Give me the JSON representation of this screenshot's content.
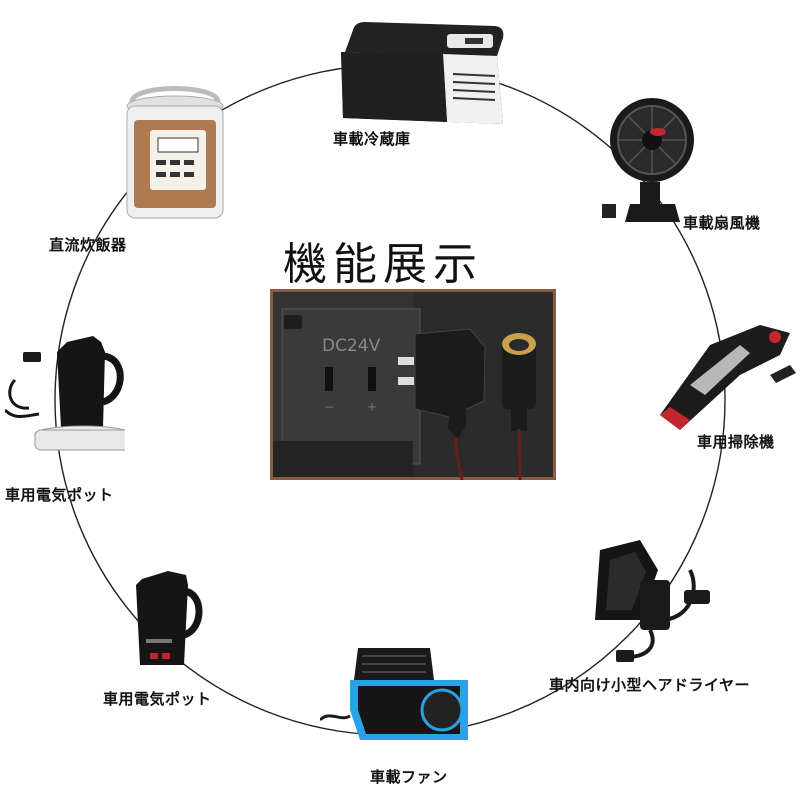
{
  "title": "機能展示",
  "center_photo": {
    "panel_text": "DC24V",
    "minus": "−",
    "plus": "+"
  },
  "items": [
    {
      "label": "車載冷蔵庫"
    },
    {
      "label": "車載扇風機"
    },
    {
      "label": "車用掃除機"
    },
    {
      "label": "車内向け小型ヘアドライヤー"
    },
    {
      "label": "車載ファン"
    },
    {
      "label": "車用電気ポット"
    },
    {
      "label": "車用電気ポット"
    },
    {
      "label": "直流炊飯器"
    }
  ],
  "colors": {
    "ring": "#222222",
    "product_dark": "#1a1a1a",
    "accent_blue": "#2aa3e6",
    "cooker_brown": "#b07a50",
    "socket_gold": "#c9a14a",
    "cable_red": "#8a1c1c"
  }
}
